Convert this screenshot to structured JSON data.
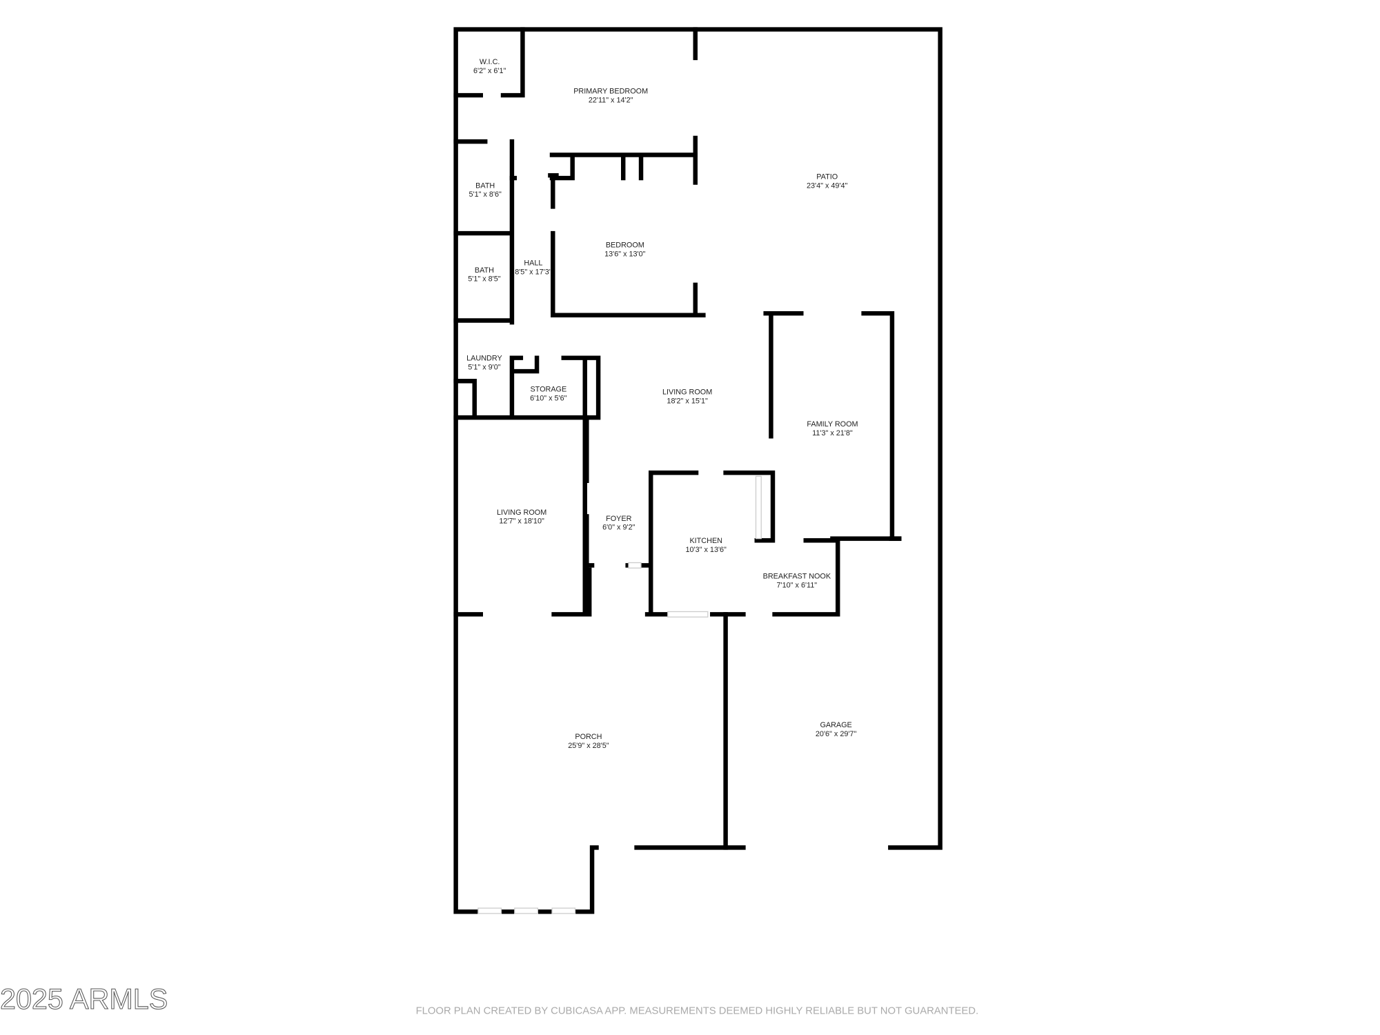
{
  "rooms": [
    {
      "name": "W.I.C.",
      "dims": "6'2\" x 6'1\""
    },
    {
      "name": "PRIMARY BEDROOM",
      "dims": "22'11\" x 14'2\""
    },
    {
      "name": "PATIO",
      "dims": "23'4\" x 49'4\""
    },
    {
      "name": "BATH",
      "dims": "5'1\" x 8'6\""
    },
    {
      "name": "BEDROOM",
      "dims": "13'6\" x 13'0\""
    },
    {
      "name": "BATH",
      "dims": "5'1\" x 8'5\""
    },
    {
      "name": "HALL",
      "dims": "8'5\" x 17'3\""
    },
    {
      "name": "LAUNDRY",
      "dims": "5'1\" x 9'0\""
    },
    {
      "name": "STORAGE",
      "dims": "6'10\" x 5'6\""
    },
    {
      "name": "LIVING ROOM",
      "dims": "18'2\" x 15'1\""
    },
    {
      "name": "FAMILY ROOM",
      "dims": "11'3\" x 21'8\""
    },
    {
      "name": "LIVING ROOM",
      "dims": "12'7\" x 18'10\""
    },
    {
      "name": "FOYER",
      "dims": "6'0\" x 9'2\""
    },
    {
      "name": "KITCHEN",
      "dims": "10'3\" x 13'6\""
    },
    {
      "name": "BREAKFAST NOOK",
      "dims": "7'10\" x 6'11\""
    },
    {
      "name": "PORCH",
      "dims": "25'9\" x 28'5\""
    },
    {
      "name": "GARAGE",
      "dims": "20'6\" x 29'7\""
    }
  ],
  "watermark": "2025 ARMLS",
  "disclaimer": "FLOOR PLAN CREATED BY CUBICASA APP. MEASUREMENTS DEEMED HIGHLY RELIABLE BUT NOT GUARANTEED."
}
